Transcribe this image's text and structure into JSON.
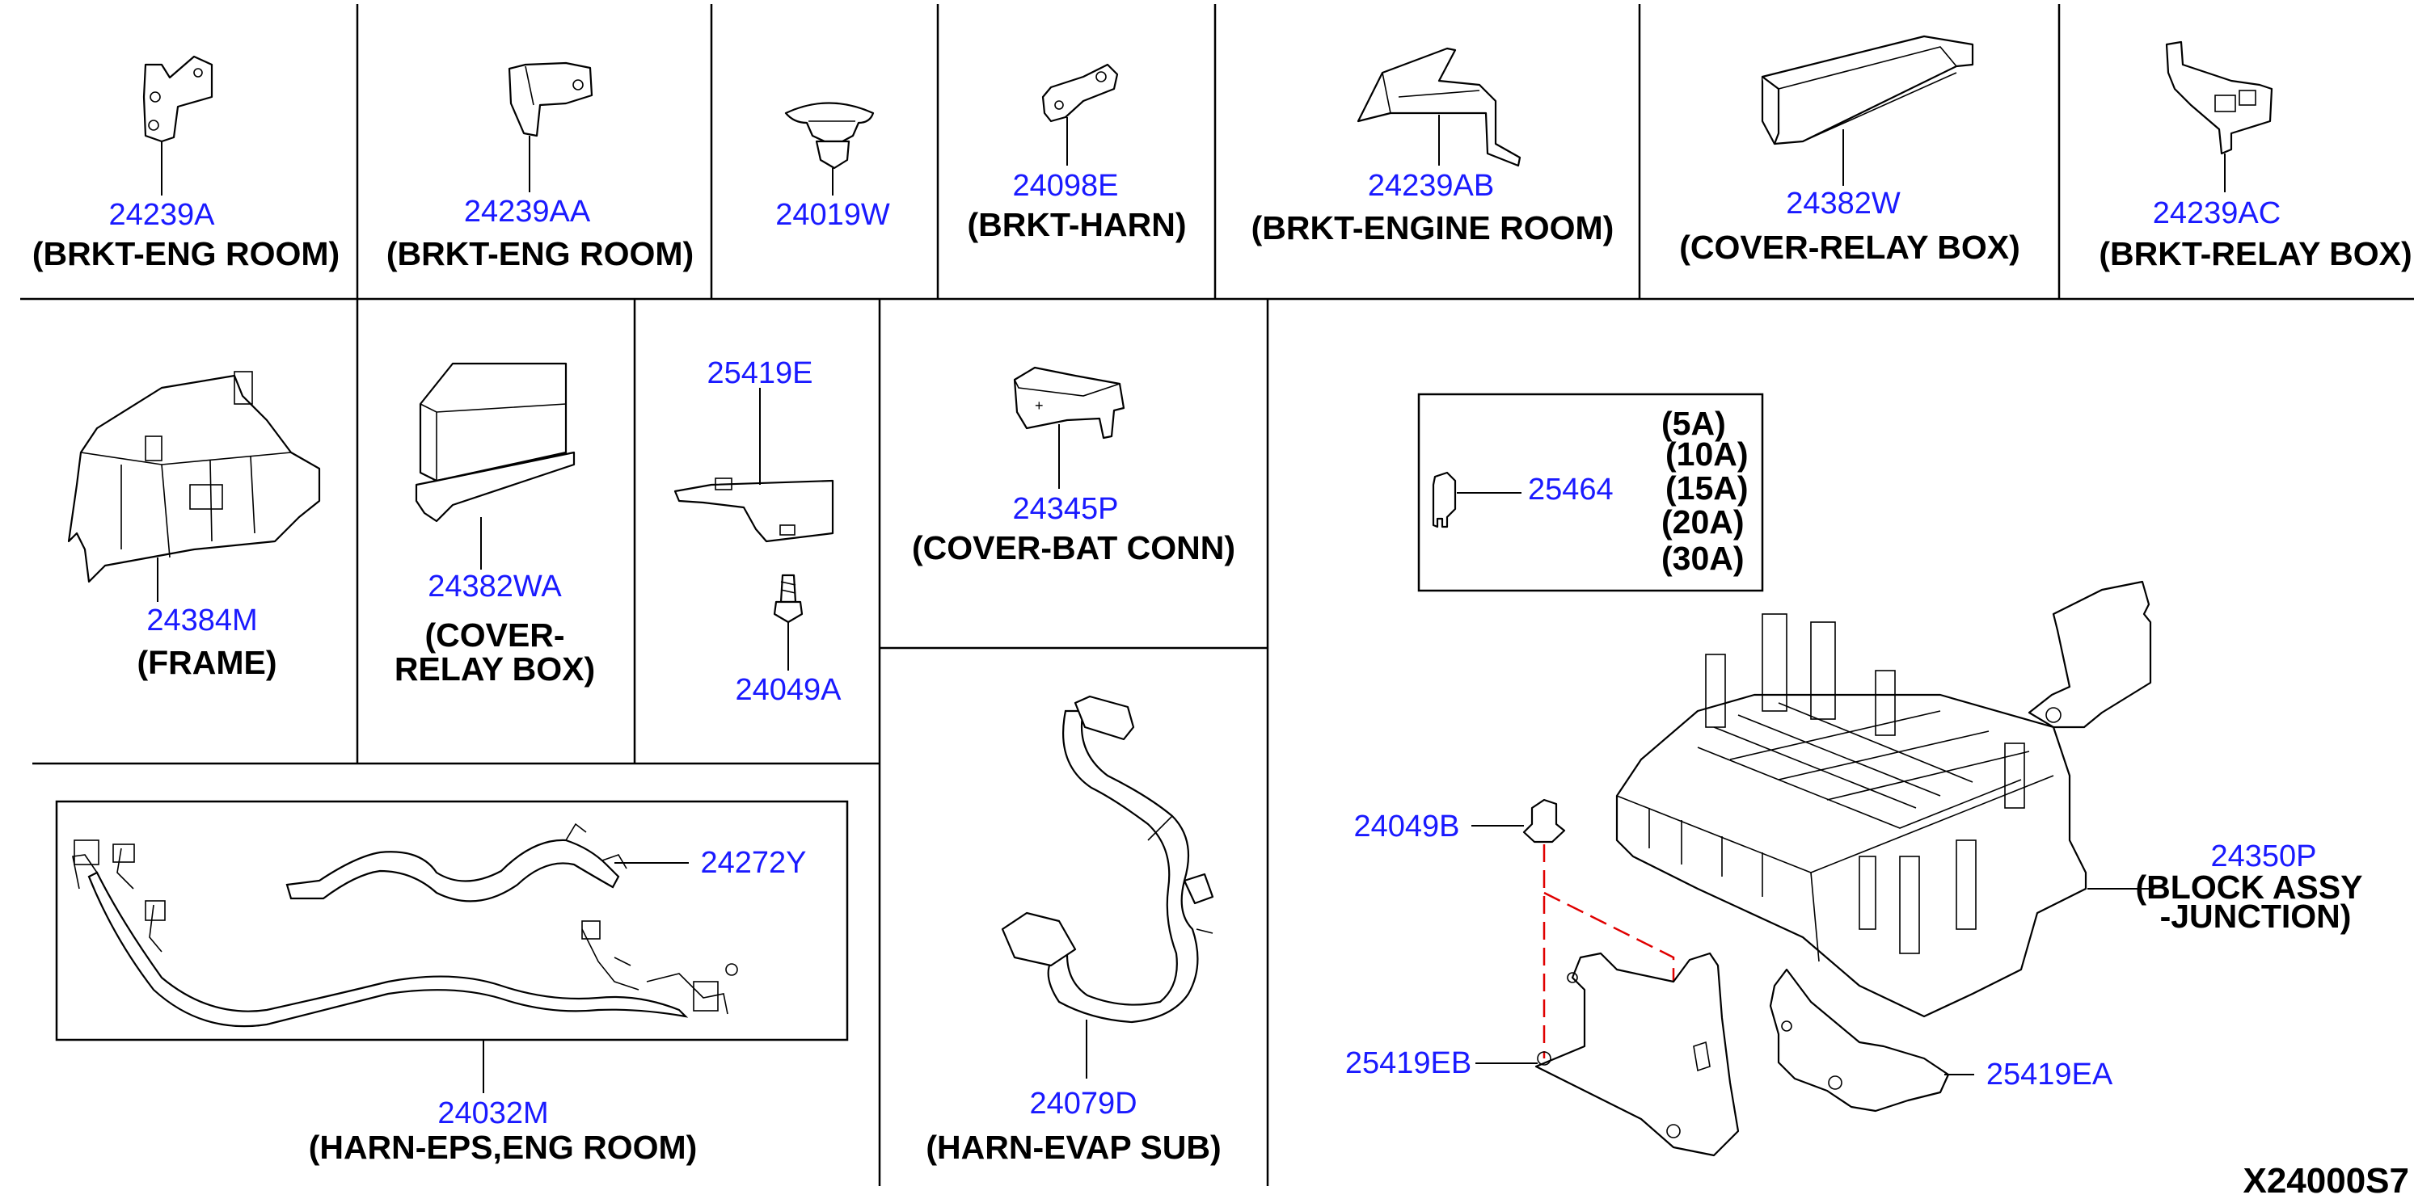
{
  "diagram_ref": "X24000S7",
  "parts": {
    "p24239A": {
      "number": "24239A",
      "desc": "(BRKT-ENG ROOM)"
    },
    "p24239AA": {
      "number": "24239AA",
      "desc": "(BRKT-ENG ROOM)"
    },
    "p24019W": {
      "number": "24019W"
    },
    "p24098E": {
      "number": "24098E",
      "desc": "(BRKT-HARN)"
    },
    "p24239AB": {
      "number": "24239AB",
      "desc": "(BRKT-ENGINE ROOM)"
    },
    "p24382W": {
      "number": "24382W",
      "desc": "(COVER-RELAY BOX)"
    },
    "p24239AC": {
      "number": "24239AC",
      "desc": "(BRKT-RELAY BOX)"
    },
    "p24384M": {
      "number": "24384M",
      "desc": "(FRAME)"
    },
    "p24382WA": {
      "number": "24382WA",
      "desc_line1": "(COVER-",
      "desc_line2": "RELAY BOX)"
    },
    "p25419E": {
      "number": "25419E"
    },
    "p24049A": {
      "number": "24049A"
    },
    "p24345P": {
      "number": "24345P",
      "desc": "(COVER-BAT CONN)"
    },
    "p25464": {
      "number": "25464",
      "ratings": [
        "(5A)",
        "(10A)",
        "(15A)",
        "(20A)",
        "(30A)"
      ]
    },
    "p24049B": {
      "number": "24049B"
    },
    "p24350P": {
      "number": "24350P",
      "desc_line1": "(BLOCK ASSY",
      "desc_line2": "-JUNCTION)"
    },
    "p25419EB": {
      "number": "25419EB"
    },
    "p25419EA": {
      "number": "25419EA"
    },
    "p24272Y": {
      "number": "24272Y"
    },
    "p24032M": {
      "number": "24032M",
      "desc": "(HARN-EPS,ENG ROOM)"
    },
    "p24079D": {
      "number": "24079D",
      "desc": "(HARN-EVAP SUB)"
    }
  },
  "colors": {
    "part_number": "#1a1aff",
    "description": "#000000",
    "hidden_line": "#e00000"
  }
}
